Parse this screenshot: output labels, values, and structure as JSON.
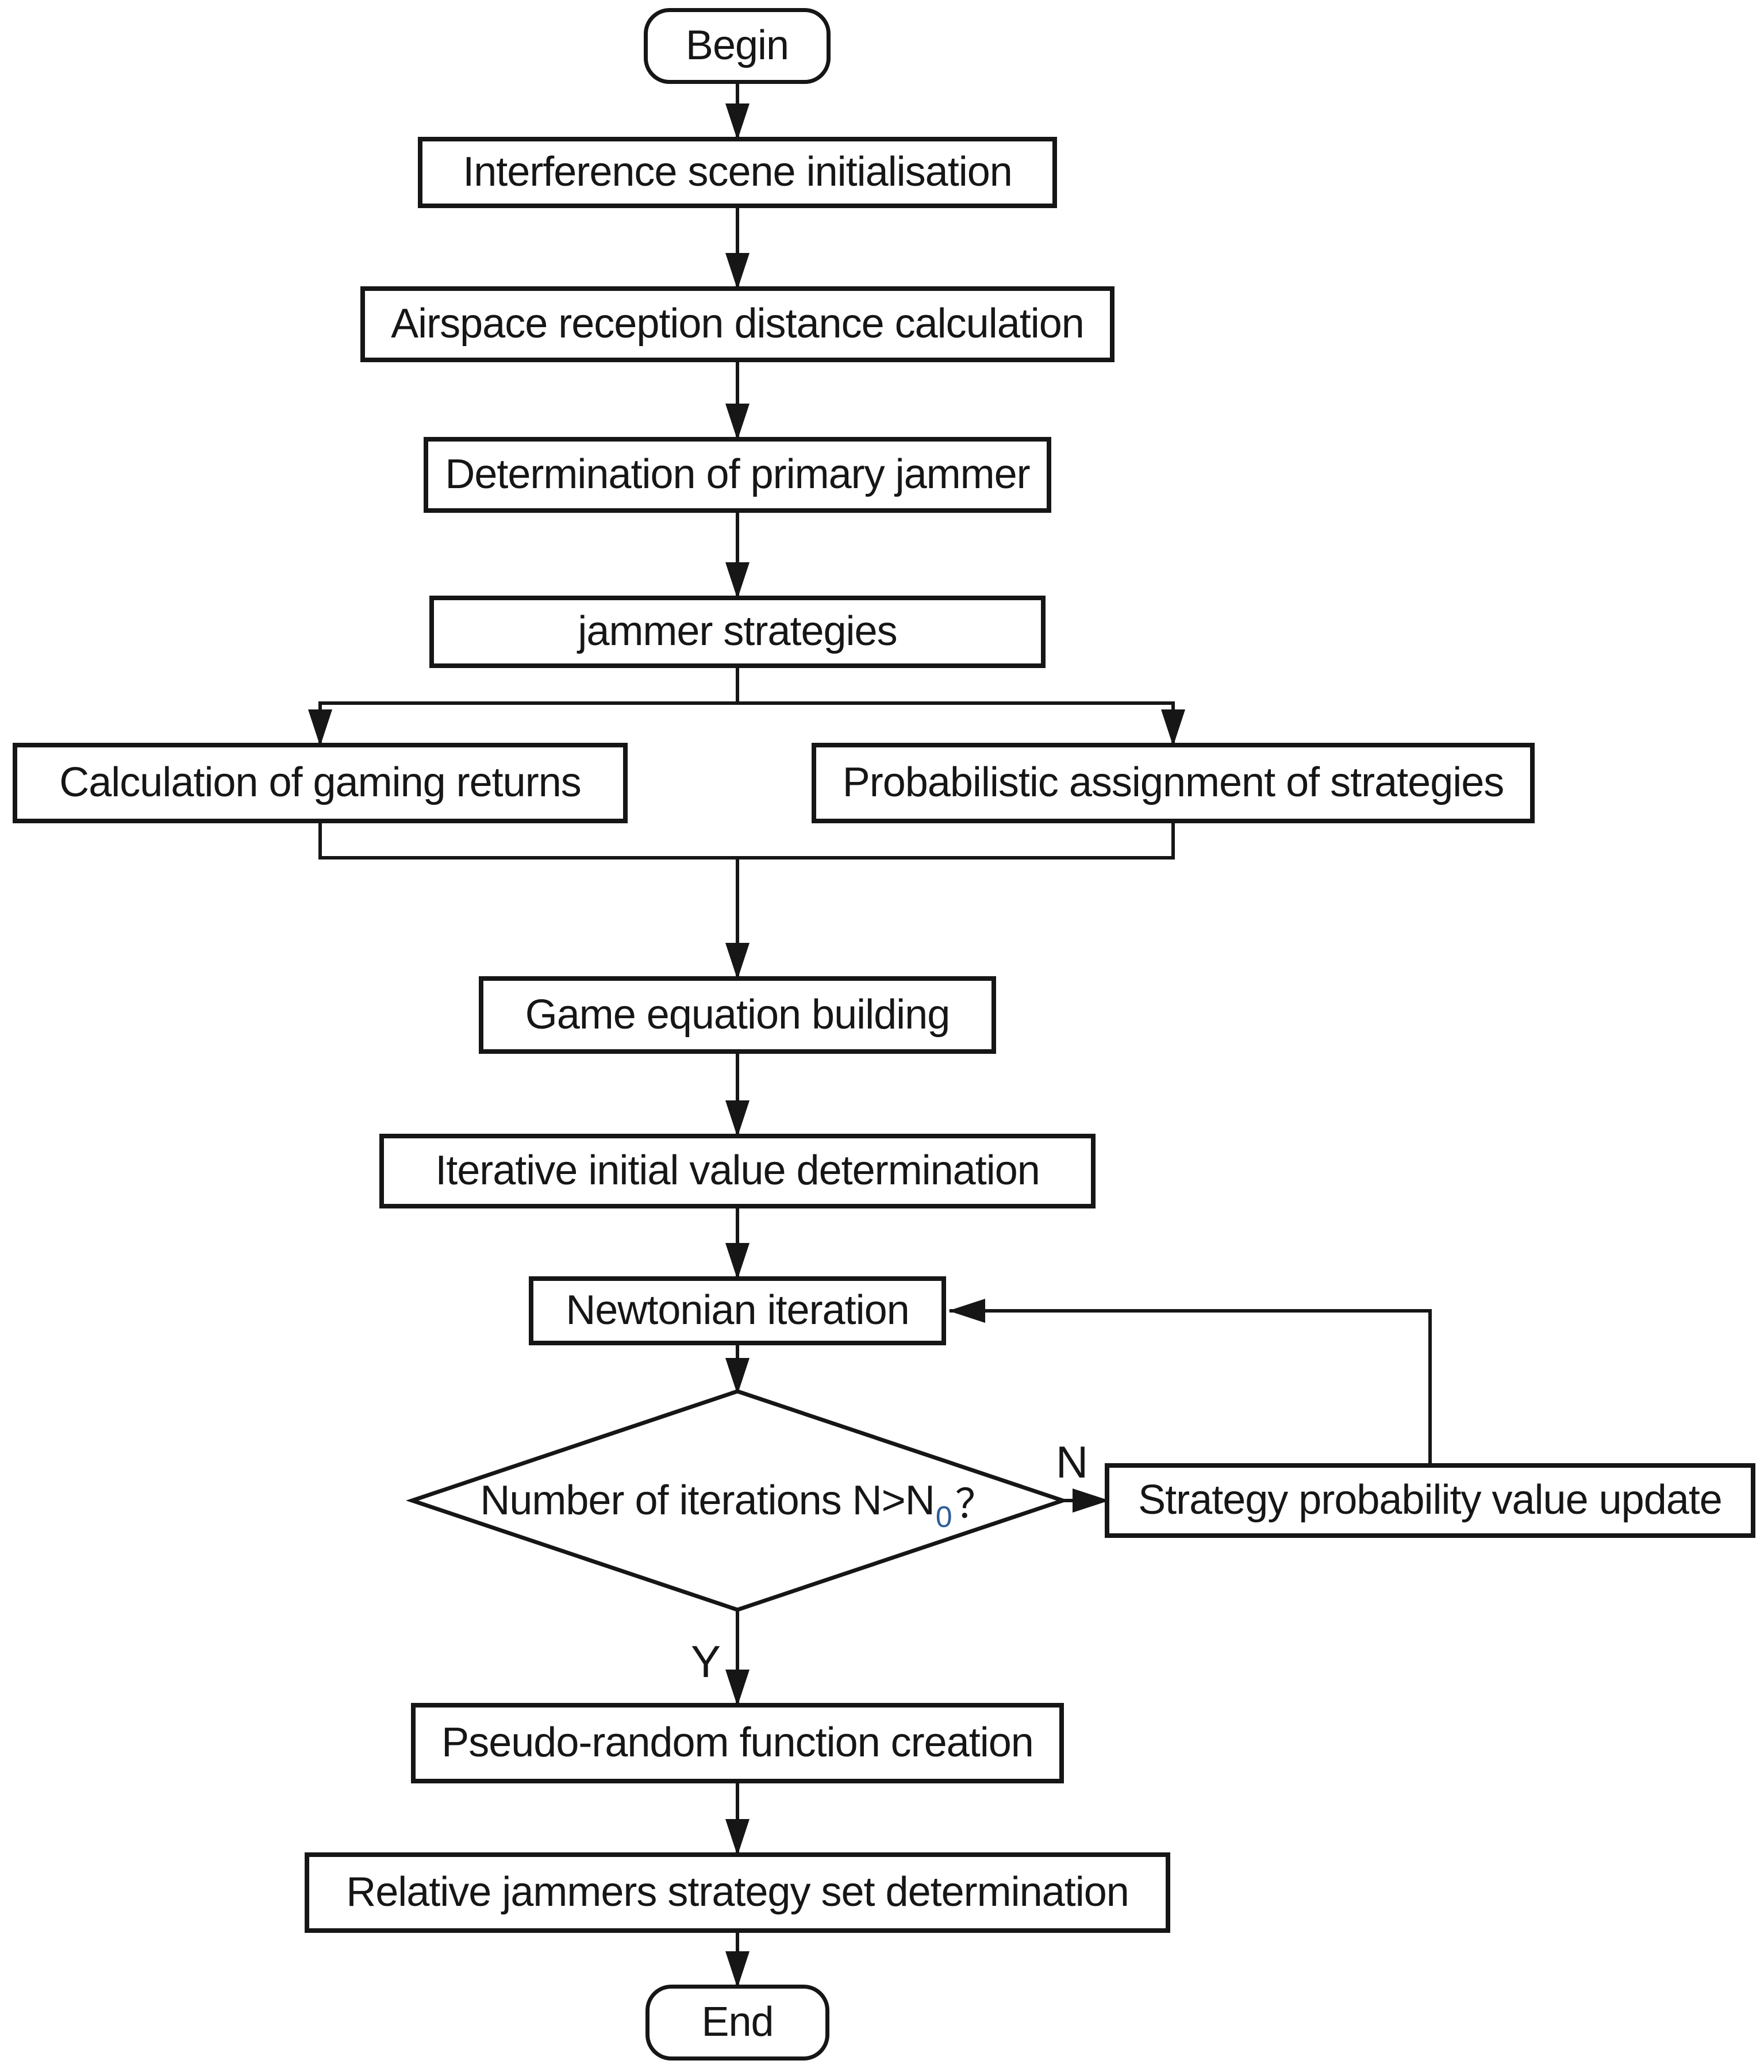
{
  "figure": {
    "type": "flowchart",
    "background": "#ffffff"
  },
  "colors": {
    "line": "#161616",
    "text": "#161616",
    "node_fill": "#ffffff",
    "subscript_zero_blue": "#2f5d99"
  },
  "nodes": {
    "begin": {
      "label": "Begin",
      "shape": "rounded"
    },
    "scene_init": {
      "label": "Interference scene initialisation",
      "shape": "process"
    },
    "airspace_calc": {
      "label": "Airspace reception distance calculation",
      "shape": "process"
    },
    "primary_jammer": {
      "label": "Determination of primary jammer",
      "shape": "process"
    },
    "jammer_strategies": {
      "label": "jammer strategies",
      "shape": "process"
    },
    "gaming_returns": {
      "label": "Calculation of gaming returns",
      "shape": "process"
    },
    "prob_assignment": {
      "label": "Probabilistic assignment of strategies",
      "shape": "process"
    },
    "game_equation": {
      "label": "Game equation building",
      "shape": "process"
    },
    "iterative_initial": {
      "label": "Iterative initial value determination",
      "shape": "process"
    },
    "newtonian_iteration": {
      "label": "Newtonian iteration",
      "shape": "process"
    },
    "iteration_decision": {
      "label": "Number of iterations N>N0？",
      "label_prefix": "Number of iterations N>N",
      "label_subscript": "0",
      "label_suffix": "？",
      "shape": "decision"
    },
    "strategy_update": {
      "label": "Strategy probability value update",
      "shape": "process"
    },
    "pseudo_random": {
      "label": "Pseudo-random function creation",
      "shape": "process"
    },
    "relative_jammers": {
      "label": "Relative jammers strategy set determination",
      "shape": "process"
    },
    "end": {
      "label": "End",
      "shape": "rounded"
    }
  },
  "edge_labels": {
    "no": "N",
    "yes": "Y"
  }
}
